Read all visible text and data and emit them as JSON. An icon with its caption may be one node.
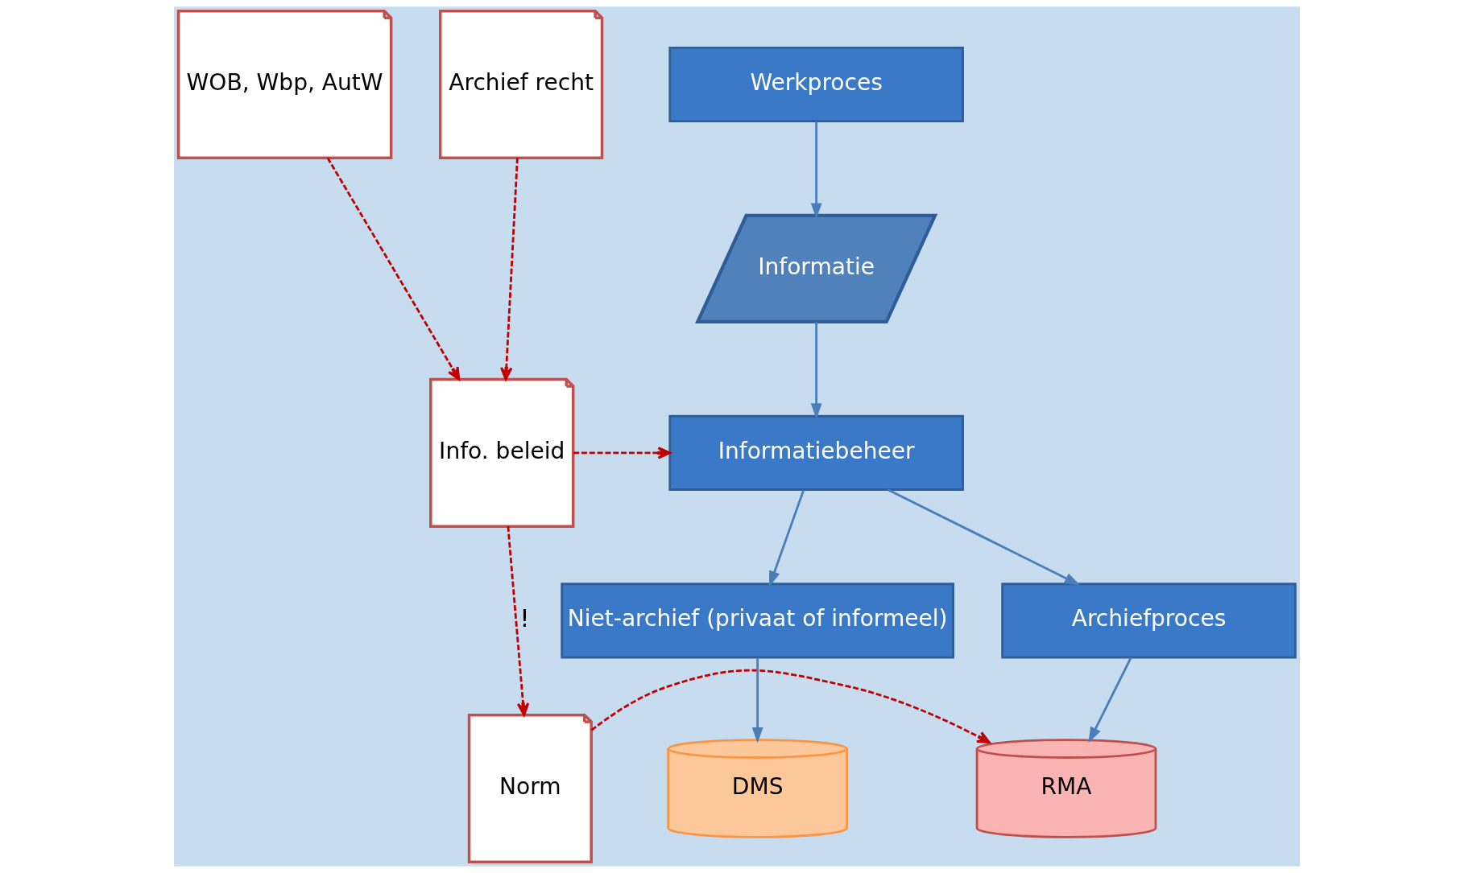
{
  "diagram": {
    "nodes": [
      {
        "text": [
          "WOB, Wbp, AutW"
        ]
      },
      {
        "text": [
          "Archief recht"
        ]
      },
      {
        "text": [
          "Info. beleid"
        ]
      },
      {
        "text": [
          "Norm"
        ]
      },
      {
        "text": [
          "Werkproces"
        ]
      },
      {
        "text": [
          "Informatie"
        ]
      },
      {
        "text": [
          "Informatiebeheer"
        ]
      },
      {
        "text": [
          "Archiefproces"
        ]
      },
      {
        "text": [
          "Niet-archief (privaat of informeel)"
        ]
      },
      {
        "text": [
          "RMA"
        ]
      },
      {
        "text": [
          "DMS"
        ]
      }
    ],
    "edges": [
      {
        "from": 0,
        "to": 2,
        "arrow": "to",
        "style": "dashed",
        "color": "#c00000"
      },
      {
        "from": 1,
        "to": 2,
        "arrow": "to",
        "style": "dashed",
        "color": "#c00000"
      },
      {
        "from": 2,
        "to": 6,
        "arrow": "to",
        "style": "dashed",
        "color": "#c00000"
      },
      {
        "from": 2,
        "to": 3,
        "arrow": "to",
        "style": "dashed",
        "color": "#c00000",
        "label": "!"
      },
      {
        "from": 3,
        "to": 9,
        "arrow": "to",
        "style": "dashed",
        "color": "#c00000"
      },
      {
        "from": 4,
        "to": 5,
        "arrow": "to"
      },
      {
        "from": 5,
        "to": 6,
        "arrow": "to"
      },
      {
        "from": 6,
        "to": 7,
        "arrow": "to"
      },
      {
        "from": 6,
        "to": 8,
        "arrow": "to"
      },
      {
        "from": 7,
        "to": 9,
        "arrow": "to"
      },
      {
        "from": 8,
        "to": 10,
        "arrow": "to"
      }
    ]
  }
}
